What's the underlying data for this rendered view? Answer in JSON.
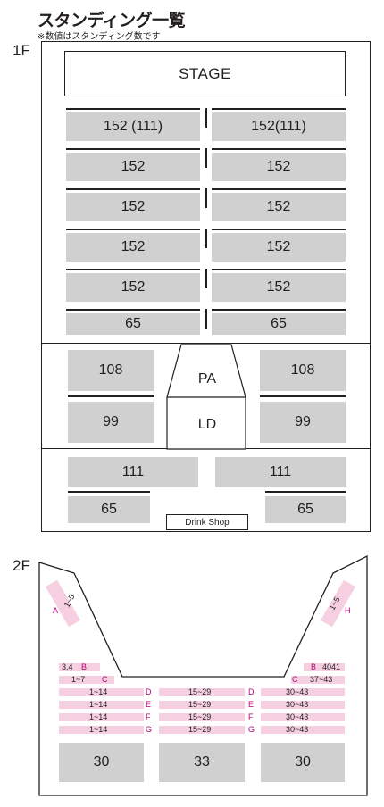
{
  "header": {
    "title": "スタンディング一覧",
    "note": "※数値はスタンディング数です"
  },
  "floor1": {
    "label": "1F",
    "stage": "STAGE",
    "rows": [
      {
        "left": "152 (111)",
        "right": "152(111)"
      },
      {
        "left": "152",
        "right": "152"
      },
      {
        "left": "152",
        "right": "152"
      },
      {
        "left": "152",
        "right": "152"
      },
      {
        "left": "152",
        "right": "152"
      },
      {
        "left": "65",
        "right": "65"
      }
    ],
    "mid": {
      "left_top": "108",
      "left_bottom": "99",
      "pa": "PA",
      "ld": "LD",
      "right_top": "108",
      "right_bottom": "99"
    },
    "rear": {
      "left_top": "111",
      "right_top": "111",
      "left_bottom": "65",
      "right_bottom": "65",
      "drink_shop": "Drink Shop"
    }
  },
  "floor2": {
    "label": "2F",
    "diag_left": {
      "range": "1~5",
      "block": "A"
    },
    "diag_right": {
      "range": "1~5",
      "block": "H"
    },
    "side_rows": {
      "left_top": {
        "range": "3,4",
        "block": "B"
      },
      "left_bottom": {
        "range": "1~7",
        "block": "C"
      },
      "right_top": {
        "block": "B",
        "range": "4041"
      },
      "right_bottom": {
        "block": "C",
        "range": "37~43"
      }
    },
    "rows": [
      {
        "left": "1~14",
        "mid_block": "D",
        "mid": "15~29",
        "right_block": "D",
        "right": "30~43"
      },
      {
        "left": "1~14",
        "mid_block": "E",
        "mid": "15~29",
        "right_block": "E",
        "right": "30~43"
      },
      {
        "left": "1~14",
        "mid_block": "F",
        "mid": "15~29",
        "right_block": "F",
        "right": "30~43"
      },
      {
        "left": "1~14",
        "mid_block": "G",
        "mid": "15~29",
        "right_block": "G",
        "right": "30~43"
      }
    ],
    "bottom": [
      "30",
      "33",
      "30"
    ]
  }
}
